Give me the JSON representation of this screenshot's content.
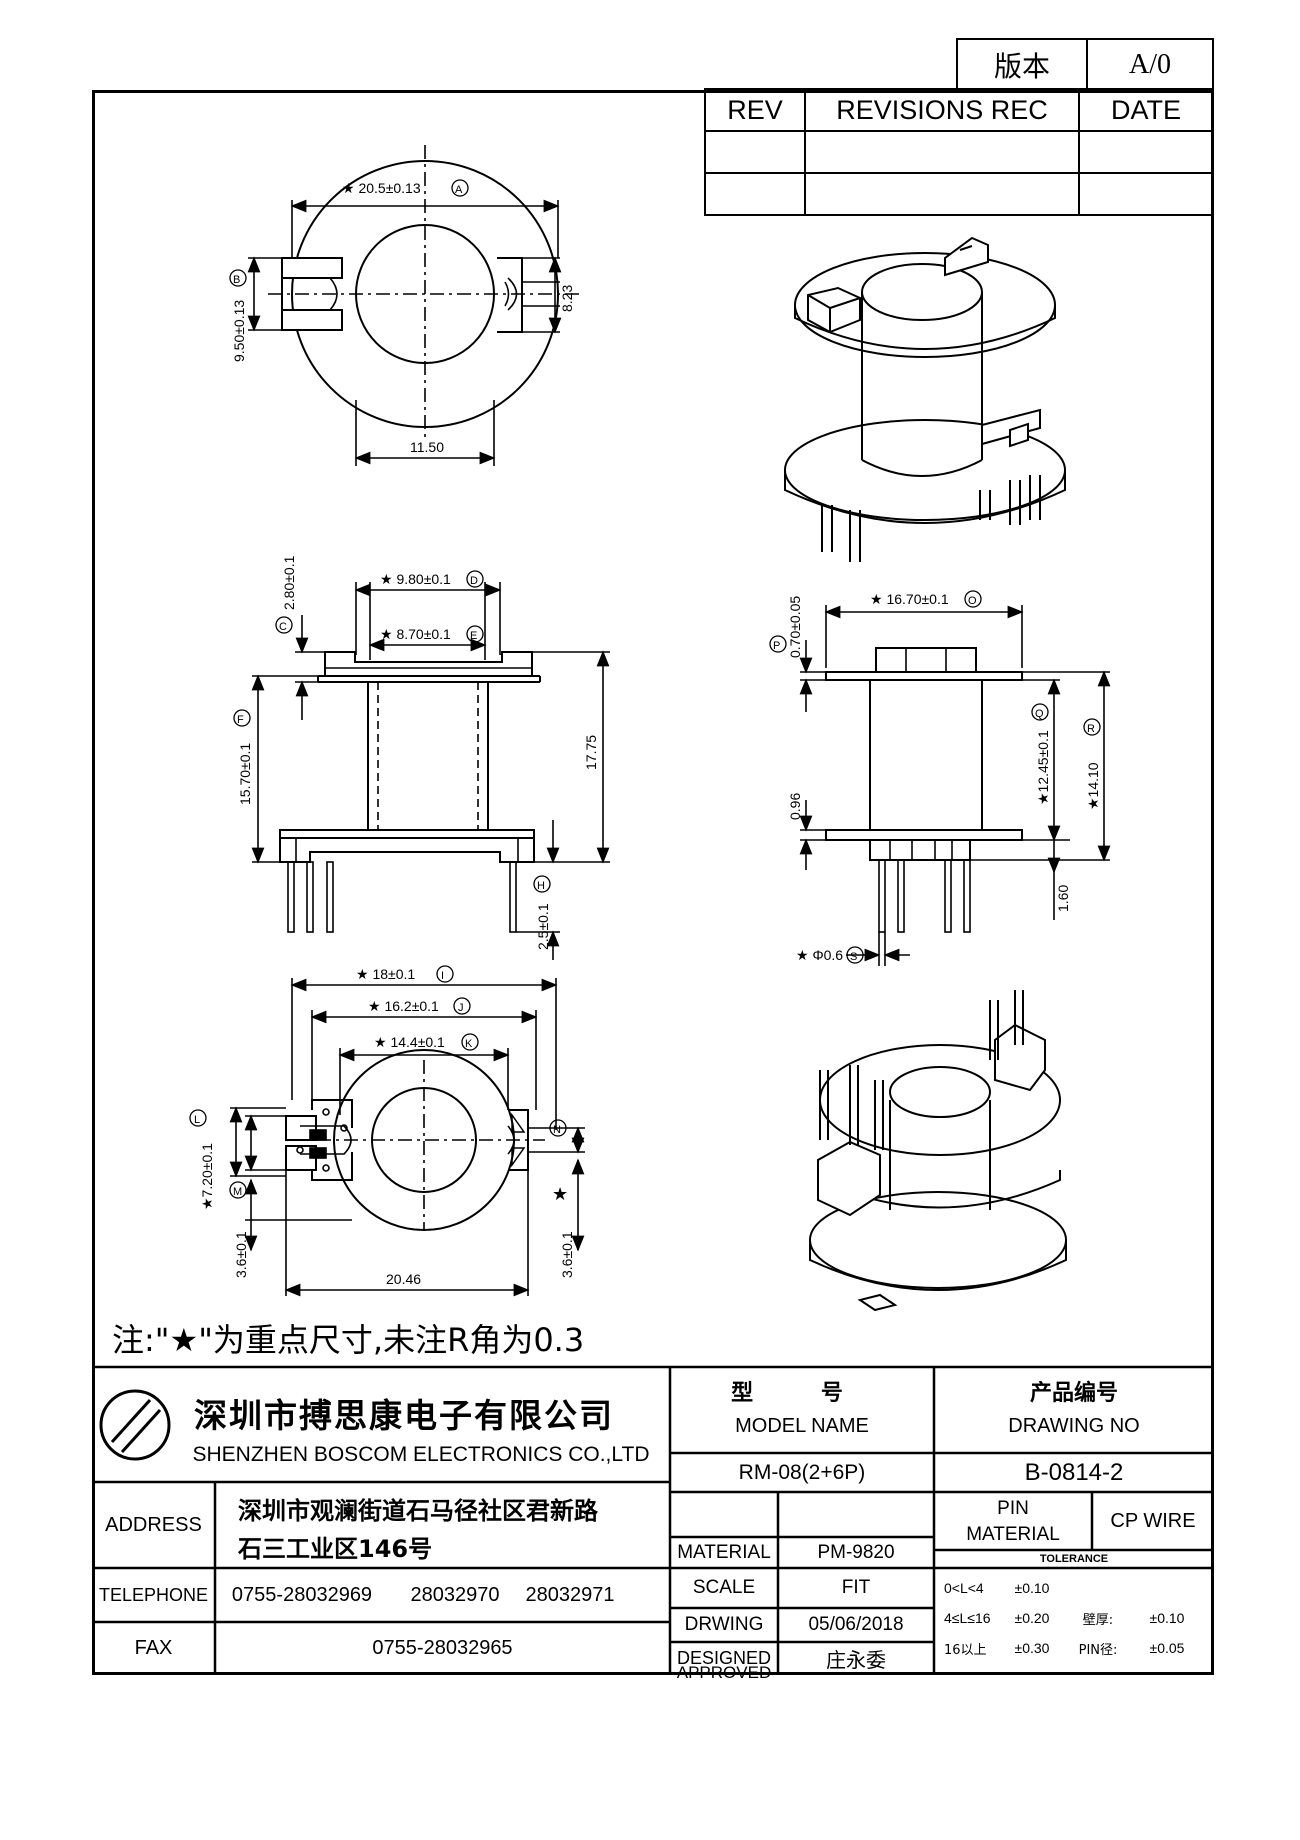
{
  "version": {
    "label": "版本",
    "value": "A/0"
  },
  "revisions": {
    "col_rev": "REV",
    "col_rec": "REVISIONS REC",
    "col_date": "DATE"
  },
  "dims": {
    "top_width": "★ 20.5±0.13",
    "top_width_tag": "A",
    "top_height": "9.50±0.13",
    "top_height_tag": "B",
    "top_right": "8.23",
    "top_bottom": "11.50",
    "front_top_outer": "★ 9.80±0.1",
    "front_top_outer_tag": "D",
    "front_top_inner": "★ 8.70±0.1",
    "front_top_inner_tag": "E",
    "front_c": "2.80±0.1",
    "front_c_tag": "C",
    "front_height": "15.70±0.1",
    "front_height_tag": "F",
    "front_total": "17.75",
    "front_pin": "2.5±0.1",
    "front_pin_tag": "H",
    "side_width": "★ 16.70±0.1",
    "side_width_tag": "O",
    "side_p": "0.70±0.05",
    "side_p_tag": "P",
    "side_q": "★12.45±0.1",
    "side_q_tag": "Q",
    "side_r": "★14.10",
    "side_r_tag": "R",
    "side_096": "0.96",
    "side_160": "1.60",
    "side_pin": "★ Φ0.6",
    "side_pin_tag": "S",
    "bot_i": "★ 18±0.1",
    "bot_i_tag": "I",
    "bot_j": "★ 16.2±0.1",
    "bot_j_tag": "J",
    "bot_k": "★ 14.4±0.1",
    "bot_k_tag": "K",
    "bot_l_tag": "L",
    "bot_m_tag": "M",
    "bot_n_tag": "N",
    "bot_720": "★7.20±0.1",
    "bot_36_left": "3.6±0.1",
    "bot_36_right": "3.6±0.1",
    "bot_star": "★",
    "bot_2046": "20.46"
  },
  "note": "注:\"★\"为重点尺寸,未注R角为0.3",
  "title_block": {
    "company_cn": "深圳市搏思康电子有限公司",
    "company_en": "SHENZHEN BOSCOM ELECTRONICS CO.,LTD",
    "model_cn": "型 号",
    "model_en": "MODEL NAME",
    "model_value": "RM-08(2+6P)",
    "drawing_cn": "产品编号",
    "drawing_en": "DRAWING NO",
    "drawing_value": "B-0814-2",
    "address_label": "ADDRESS",
    "address_line1": "深圳市观澜街道石马径社区君新路",
    "address_line2": "石三工业区146号",
    "telephone_label": "TELEPHONE",
    "tel1": "0755-28032969",
    "tel2": "28032970",
    "tel3": "28032971",
    "fax_label": "FAX",
    "fax_value": "0755-28032965",
    "material_label": "MATERIAL",
    "material_value": "PM-9820",
    "scale_label": "SCALE",
    "scale_value": "FIT",
    "drawing_label": "DRWING",
    "drawing_date": "05/06/2018",
    "designed_label": "DESIGNED",
    "designed_value": "庄永委",
    "approved_label": "APPROVED",
    "pin_label_1": "PIN",
    "pin_label_2": "MATERIAL",
    "pin_value": "CP WIRE",
    "tolerance_label": "TOLERANCE",
    "tol1_range": "0<L<4",
    "tol1_value": "±0.10",
    "tol2_range": "4≤L≤16",
    "tol2_value": "±0.20",
    "tol2_wall": "壁厚:",
    "tol2_wall_value": "±0.10",
    "tol3_range": "16以上",
    "tol3_value": "±0.30",
    "tol3_pin": "PIN径:",
    "tol3_pin_value": "±0.05"
  }
}
